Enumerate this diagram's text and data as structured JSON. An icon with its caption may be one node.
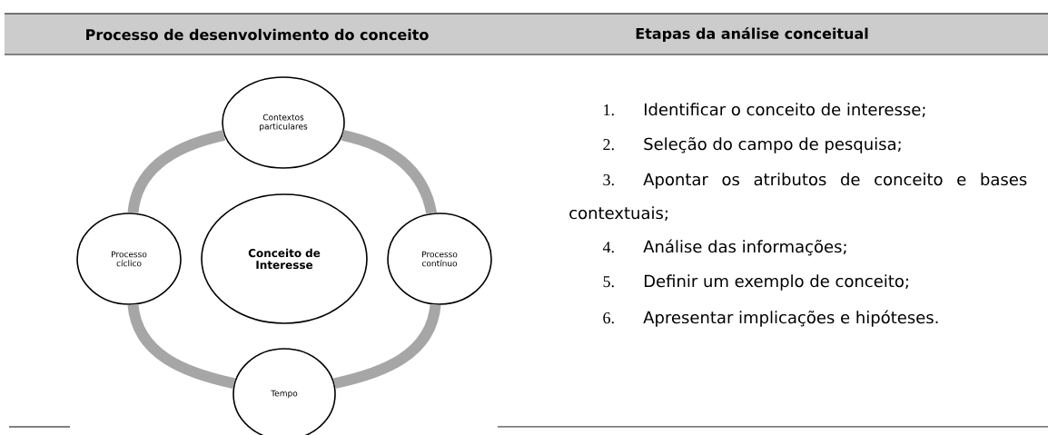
{
  "diagram": {
    "nodes": [
      {
        "text": [
          "Contextos particulares"
        ]
      },
      {
        "text": [
          "Processo cíclico"
        ]
      },
      {
        "text": [
          "Conceito de Interesse"
        ]
      },
      {
        "text": [
          "Processo contínuo"
        ]
      },
      {
        "text": [
          "Tempo"
        ]
      }
    ],
    "edges": [
      {
        "from": 0,
        "to": 3,
        "arrow": "none"
      },
      {
        "from": 3,
        "to": 4,
        "arrow": "none"
      },
      {
        "from": 4,
        "to": 1,
        "arrow": "none"
      },
      {
        "from": 1,
        "to": 0,
        "arrow": "none"
      }
    ],
    "labels": [
      "Processo de desenvolvimento do conceito",
      "Etapas da análise conceitual",
      "1.",
      "Identificar o conceito de interesse;",
      "2.",
      "Seleção do campo de pesquisa;",
      "3.",
      "Apontar os atributos de conceito e bases contextuais;",
      "4.",
      "Análise das informações;",
      "5.",
      "Definir um exemplo de conceito;",
      "6.",
      "Apresentar implicações e hipóteses."
    ]
  }
}
